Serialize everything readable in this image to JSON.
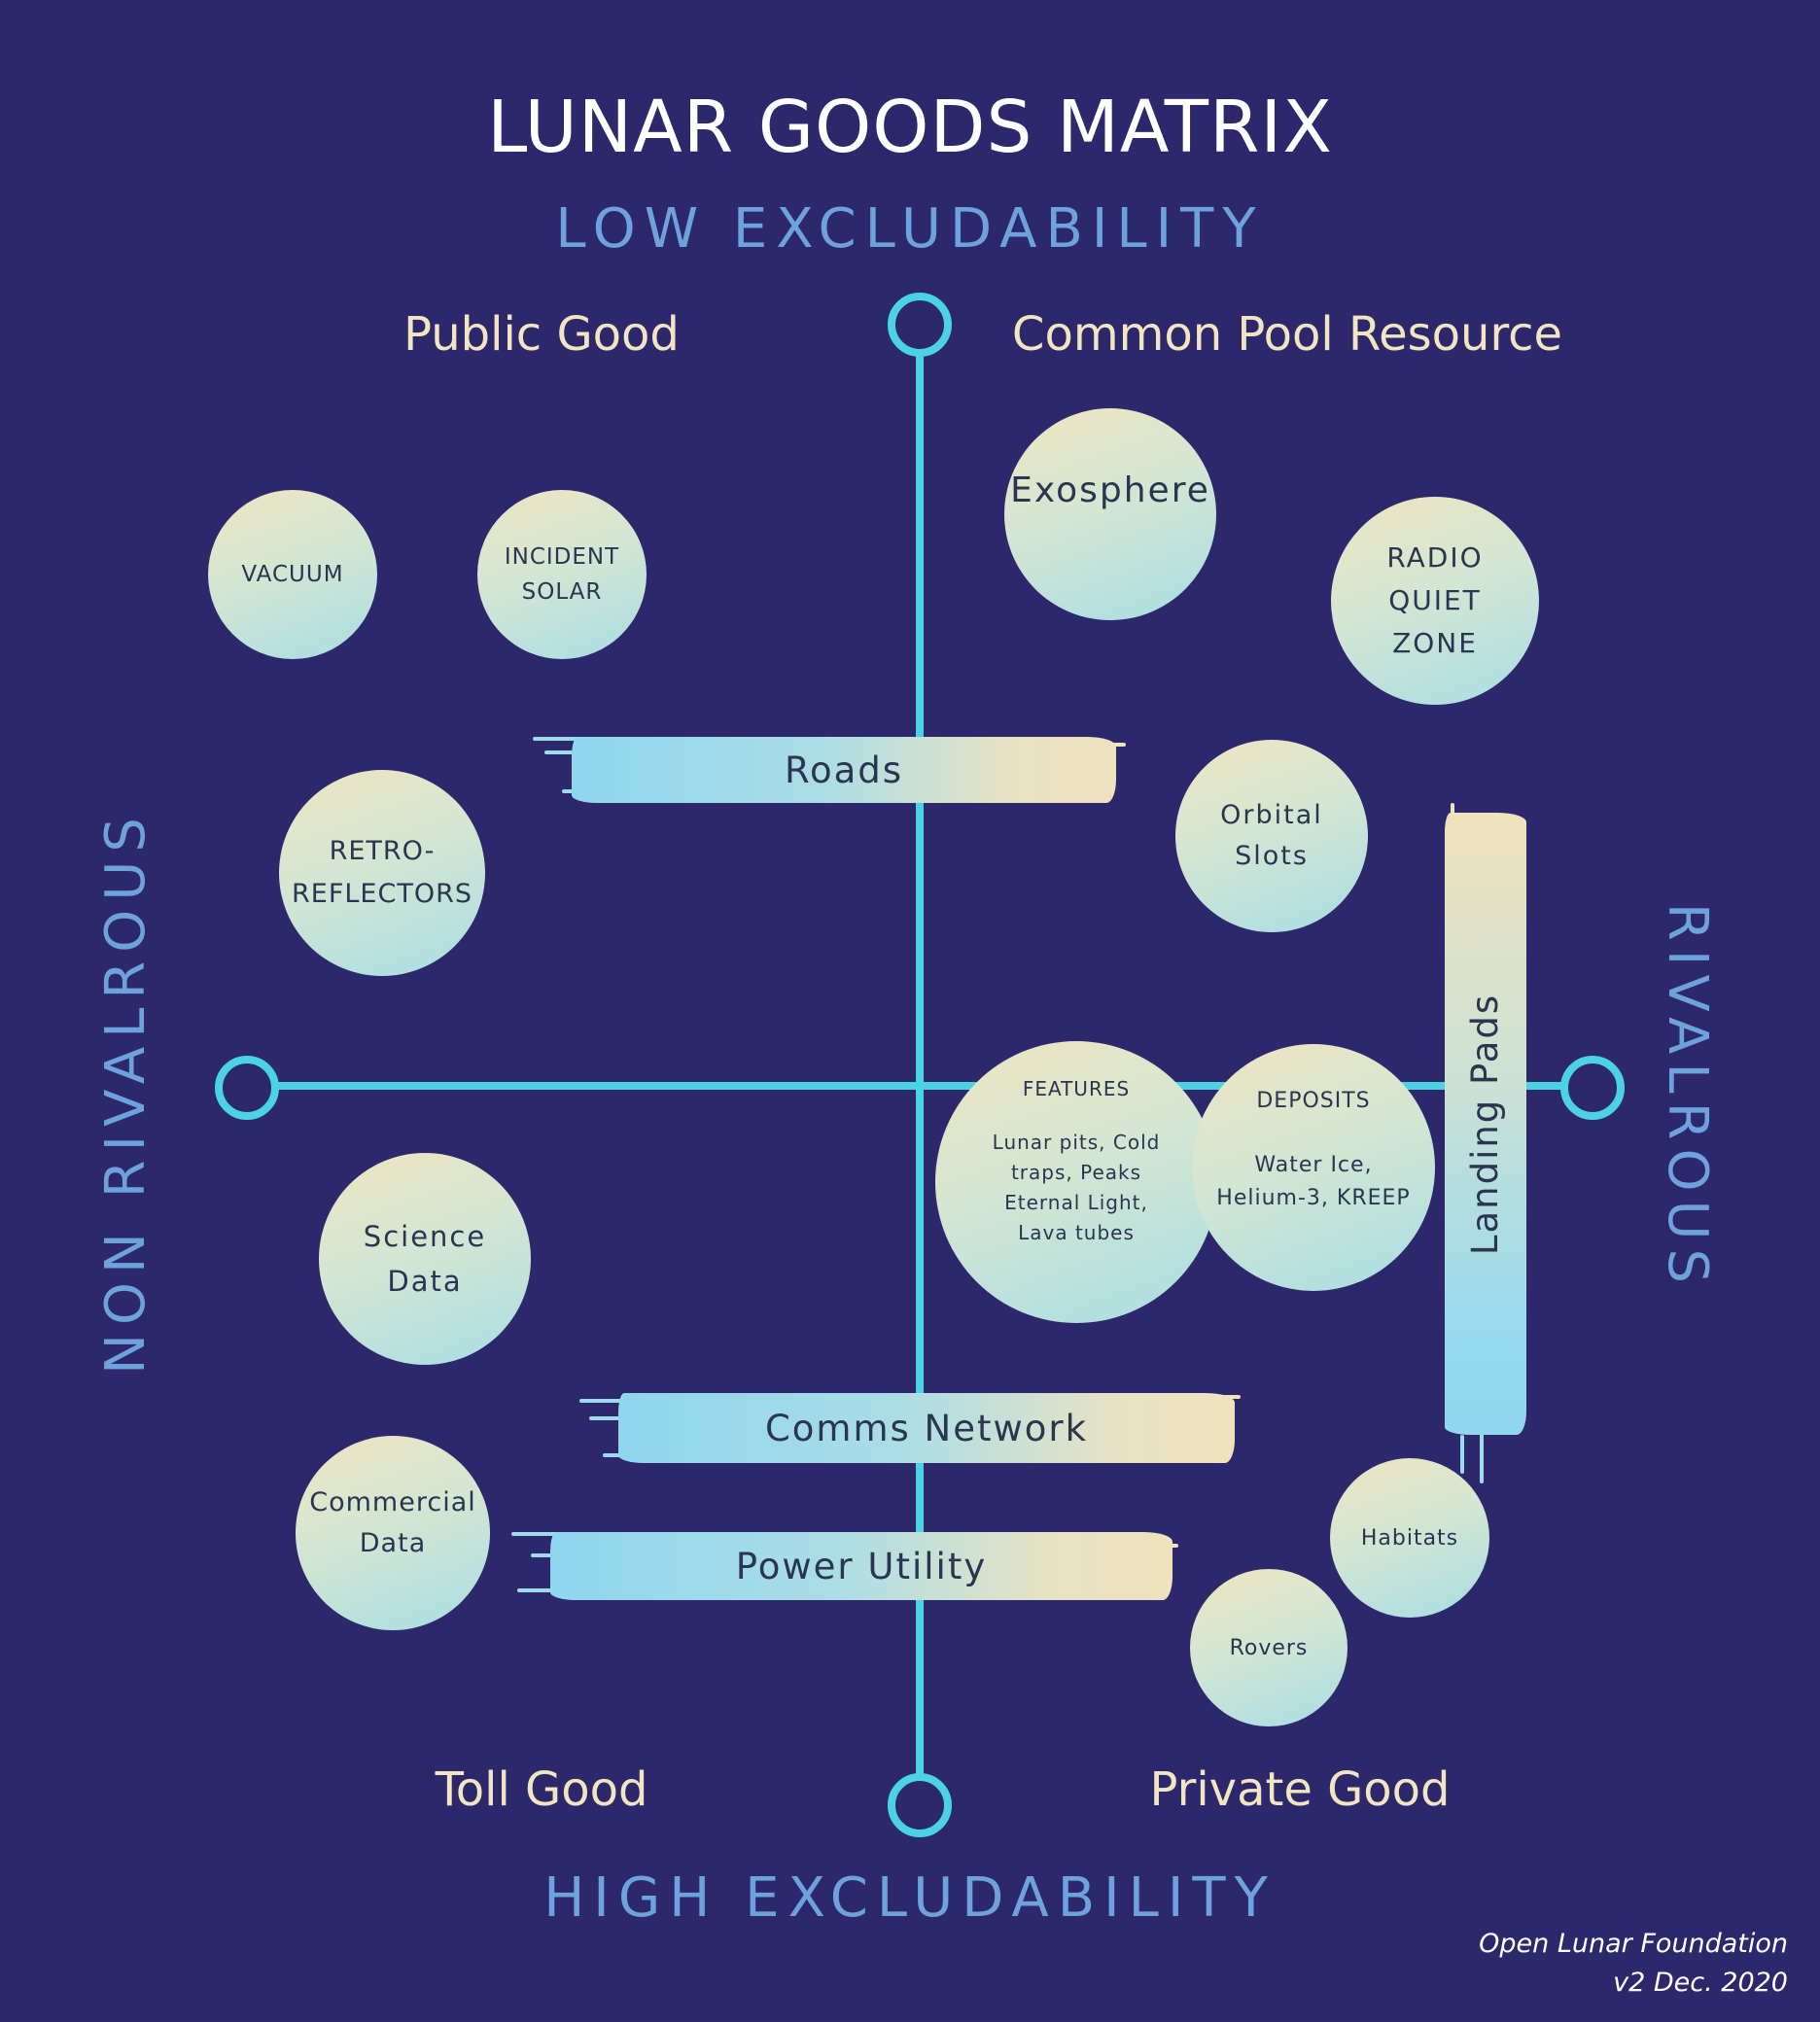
{
  "title": "LUNAR GOODS MATRIX",
  "axes": {
    "top": "LOW EXCLUDABILITY",
    "bottom": "HIGH EXCLUDABILITY",
    "left": "NON RIVALROUS",
    "right": "RIVALROUS"
  },
  "quadrants": {
    "top_left": "Public Good",
    "top_right": "Common Pool Resource",
    "bottom_left": "Toll Good",
    "bottom_right": "Private Good"
  },
  "bubbles": {
    "vacuum": [
      "VACUUM"
    ],
    "incident_solar": [
      "INCIDENT",
      "SOLAR"
    ],
    "exosphere": [
      "Exosphere"
    ],
    "radio_quiet_zone": [
      "RADIO",
      "QUIET",
      "ZONE"
    ],
    "retroreflectors": [
      "RETRO-",
      "REFLECTORS"
    ],
    "orbital_slots": [
      "Orbital",
      "Slots"
    ],
    "features": {
      "heading": "FEATURES",
      "lines": [
        "Lunar pits, Cold",
        "traps, Peaks",
        "Eternal Light,",
        "Lava tubes"
      ]
    },
    "deposits": {
      "heading": "DEPOSITS",
      "lines": [
        "Water Ice,",
        "Helium-3, KREEP"
      ]
    },
    "science_data": [
      "Science",
      "Data"
    ],
    "commercial_data": [
      "Commercial",
      "Data"
    ],
    "habitats": [
      "Habitats"
    ],
    "rovers": [
      "Rovers"
    ]
  },
  "bands": {
    "roads": "Roads",
    "comms_network": "Comms Network",
    "power_utility": "Power Utility",
    "landing_pads": "Landing Pads"
  },
  "footer": {
    "org": "Open Lunar Foundation",
    "version": "v2 Dec. 2020"
  },
  "colors": {
    "background": "#2d286c",
    "axis_line": "#4bd3e3",
    "axis_label": "#6ea2dc",
    "quadrant_label": "#f2e6c2",
    "title": "#ffffff"
  }
}
